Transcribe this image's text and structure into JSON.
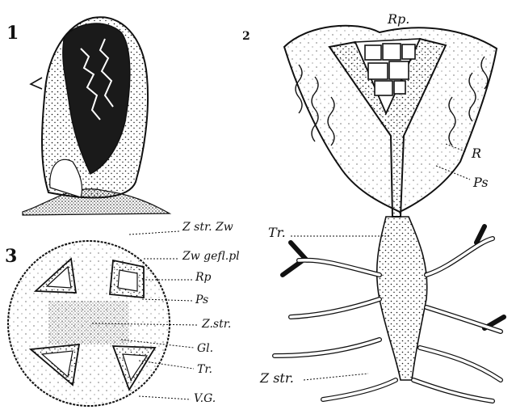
{
  "figures": {
    "fig1": {
      "number": "1"
    },
    "fig2": {
      "number": "2",
      "labels": {
        "rp": "Rp.",
        "r": "R",
        "ps": "Ps",
        "tr": "Tr.",
        "zstr": "Z str."
      }
    },
    "fig3": {
      "number": "3",
      "labels": {
        "zstr_zw": "Z str. Zw",
        "zw_gefl": "Zw gefl.pl",
        "rp": "Rp",
        "ps": "Ps",
        "zstr": "Z.str.",
        "gl": "Gl.",
        "tr": "Tr.",
        "vg": "V.G."
      }
    }
  },
  "colors": {
    "ink": "#111111",
    "paper": "#ffffff"
  }
}
